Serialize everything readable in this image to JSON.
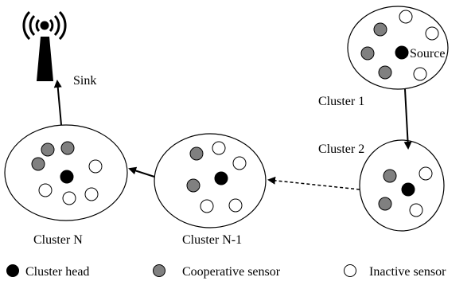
{
  "sink": {
    "label": "Sink"
  },
  "clusters": [
    {
      "id": "cluster-1",
      "label": "Cluster 1",
      "source_label": "Source"
    },
    {
      "id": "cluster-2",
      "label": "Cluster 2"
    },
    {
      "id": "cluster-n-1",
      "label": "Cluster N-1"
    },
    {
      "id": "cluster-n",
      "label": "Cluster N"
    }
  ],
  "legend": {
    "head": "Cluster head",
    "cooperative": "Cooperative sensor",
    "inactive": "Inactive sensor"
  },
  "colors": {
    "head": "#000000",
    "cooperative": "#808080",
    "inactive": "#ffffff",
    "stroke": "#000000"
  }
}
